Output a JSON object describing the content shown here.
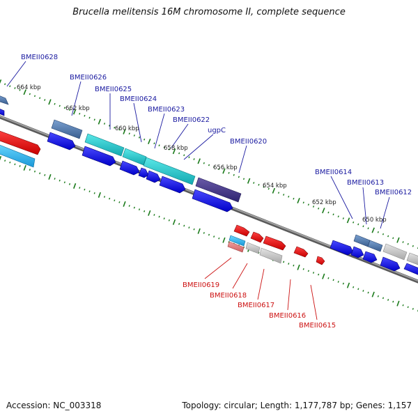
{
  "title": "Brucella melitensis 16M chromosome II, complete sequence",
  "footer": {
    "accession": "Accession: NC_003318",
    "stats": "Topology: circular; Length: 1,177,787 bp; Genes: 1,157"
  },
  "colors": {
    "background": "#ffffff",
    "backbone": "#7a7a7a",
    "tick": "#1a7a1a",
    "label_top": "#1a1aa0",
    "label_bottom": "#cc1111",
    "kbp_label": "#222222"
  },
  "scale_labels": [
    "664 kbp",
    "662 kbp",
    "660 kbp",
    "658 kbp",
    "656 kbp",
    "654 kbp",
    "652 kbp",
    "650 kbp"
  ],
  "gene_labels_top": [
    "BMEII0628",
    "BMEII0626",
    "BMEII0625",
    "BMEII0624",
    "BMEII0623",
    "BMEII0622",
    "ugpC",
    "BMEII0620",
    "BMEII0614",
    "BMEII0613",
    "BMEII0612"
  ],
  "gene_labels_bottom": [
    "BMEII0619",
    "BMEII0618",
    "BMEII0617",
    "BMEII0616",
    "BMEII0615"
  ]
}
